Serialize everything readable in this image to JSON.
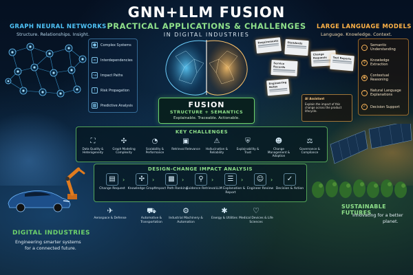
{
  "header": {
    "title": "GNN+LLM FUSION",
    "subtitle": "PRACTICAL APPLICATIONS & CHALLENGES",
    "subtitle2": "IN DIGITAL INDUSTRIES"
  },
  "gnn": {
    "heading": "GRAPH NEURAL NETWORKS",
    "tagline": "Structure. Relationships. Insight.",
    "capabilities": [
      {
        "label": "Complex Systems",
        "icon": "network-icon"
      },
      {
        "label": "Interdependencies",
        "icon": "link-icon"
      },
      {
        "label": "Impact Paths",
        "icon": "path-icon"
      },
      {
        "label": "Risk Propagation",
        "icon": "warning-icon"
      },
      {
        "label": "Predictive Analysis",
        "icon": "bar-chart-icon"
      }
    ]
  },
  "llm": {
    "heading": "LARGE LANGUAGE MODELS",
    "tagline": "Language. Knowledge. Context.",
    "capabilities": [
      {
        "label": "Semantic Understanding",
        "icon": "chat-icon"
      },
      {
        "label": "Knowledge Extraction",
        "icon": "search-icon"
      },
      {
        "label": "Contextual Reasoning",
        "icon": "brain-icon"
      },
      {
        "label": "Natural Language Explanations",
        "icon": "speech-icon"
      },
      {
        "label": "Decision Support",
        "icon": "check-icon"
      }
    ],
    "documents": [
      "Requirements",
      "Standards",
      "Change Requests",
      "Test Reports",
      "Service Records",
      "Engineering Notes"
    ],
    "assistant": {
      "title": "AI Assistant",
      "text": "Explain the impact of this change across the product lifecycle."
    }
  },
  "fusion": {
    "title": "FUSION",
    "subtitle": "STRUCTURE + SEMANTICS",
    "tagline": "Explainable. Traceable. Actionable."
  },
  "challenges": {
    "title": "KEY CHALLENGES",
    "items": [
      {
        "label": "Data Quality & Heterogeneity",
        "icon": "database-icon"
      },
      {
        "label": "Graph Modeling Complexity",
        "icon": "graph-icon"
      },
      {
        "label": "Scalability & Performance",
        "icon": "gauge-icon"
      },
      {
        "label": "Retrieval Relevance",
        "icon": "retrieval-icon"
      },
      {
        "label": "Hallucination & Reliability",
        "icon": "alert-icon"
      },
      {
        "label": "Explainability & Trust",
        "icon": "shield-icon"
      },
      {
        "label": "Change Management & Adoption",
        "icon": "people-icon"
      },
      {
        "label": "Governance & Compliance",
        "icon": "scale-icon"
      }
    ]
  },
  "analysis": {
    "title": "DESIGN-CHANGE IMPACT ANALYSIS",
    "steps": [
      {
        "label": "Change Request",
        "icon": "document-icon"
      },
      {
        "label": "Knowledge Graph",
        "icon": "graph-icon"
      },
      {
        "label": "Impact Path Ranking",
        "icon": "ranking-icon"
      },
      {
        "label": "Evidence Retrieval",
        "icon": "file-search-icon"
      },
      {
        "label": "LLM Explanation & Report",
        "icon": "report-icon"
      },
      {
        "label": "Engineer Review",
        "icon": "engineer-icon"
      },
      {
        "label": "Decision & Action",
        "icon": "check-circle-icon"
      }
    ]
  },
  "industries": [
    {
      "label": "Aerospace & Defense",
      "icon": "plane-icon"
    },
    {
      "label": "Automotive & Transportation",
      "icon": "car-icon"
    },
    {
      "label": "Industrial Machinery & Automation",
      "icon": "robot-arm-icon"
    },
    {
      "label": "Energy & Utilities",
      "icon": "wind-turbine-icon"
    },
    {
      "label": "Medical Devices & Life Sciences",
      "icon": "heart-pulse-icon"
    }
  ],
  "digital": {
    "heading": "DIGITAL INDUSTRIES",
    "line1": "Engineering smarter systems",
    "line2": "for a connected future."
  },
  "sustainable": {
    "heading": "SUSTAINABLE FUTURES",
    "line1": "Innovating for a better",
    "line2": "planet."
  },
  "colors": {
    "gnn_accent": "#4fc3f7",
    "llm_accent": "#ffb347",
    "fusion_accent": "#6ed36b",
    "background": "#06111f"
  }
}
